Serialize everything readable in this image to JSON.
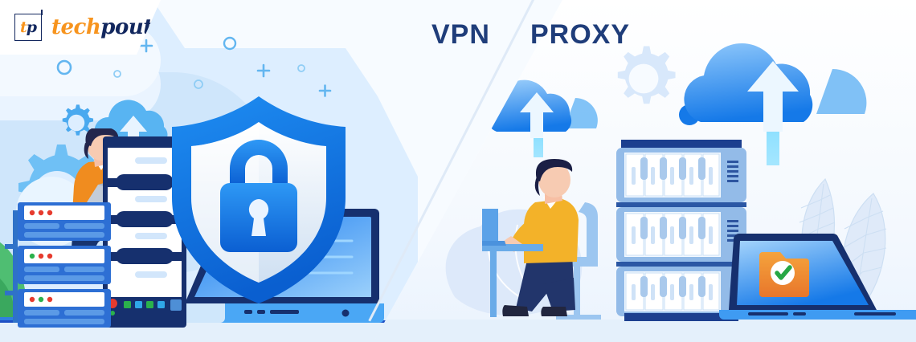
{
  "brand": {
    "mark_first": "t",
    "mark_second": "p",
    "word_first": "tech",
    "word_second": "pout",
    "mark_color": "#f7941e",
    "word_color": "#12275e"
  },
  "headings": {
    "left": "VPN",
    "right": "PROXY",
    "color": "#1f3d7a"
  },
  "palette": {
    "accent_blue": "#1579e8",
    "deep_navy": "#12275e",
    "sky": "#ddeeff",
    "light_sky": "#eaf4ff",
    "orange": "#f08c1f",
    "amber": "#f3b229",
    "green_check": "#27a745",
    "floor": "#e4f0fb"
  },
  "left_scene": {
    "name": "vpn-illustration",
    "elements": [
      "shield-lock-icon",
      "laptop",
      "server-stack",
      "server-rack",
      "person-with-laptop",
      "cloud-upload-icon",
      "gear-icon",
      "plant"
    ],
    "server_leds": [
      [
        "#e63b2e",
        "#e63b2e",
        "#e63b2e"
      ],
      [
        "#2bb14c",
        "#e63b2e",
        "#e63b2e"
      ],
      [
        "#2bb14c",
        "#e63b2e",
        "#2bb14c"
      ]
    ],
    "rack_indicator_dots": [
      "#2bb14c",
      "#2fa7e8",
      "#2bb14c",
      "#2fa7e8",
      "#2f7fe0"
    ]
  },
  "right_scene": {
    "name": "proxy-illustration",
    "elements": [
      "cloud-upload-icon-small",
      "cloud-upload-icon-large",
      "gear-icon",
      "server-rack",
      "person-at-desk",
      "laptop",
      "folder-check-icon",
      "palm-leaf"
    ]
  }
}
